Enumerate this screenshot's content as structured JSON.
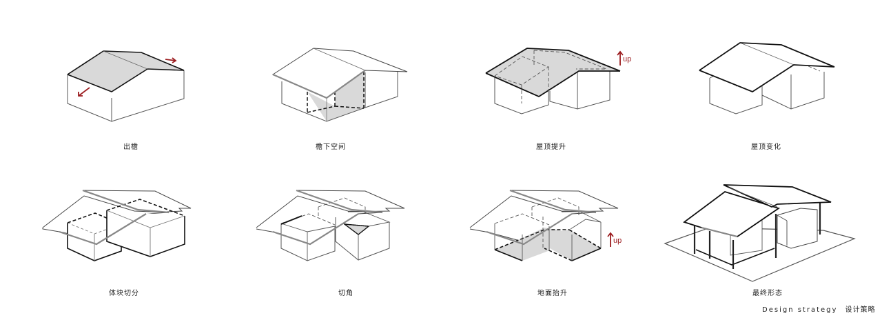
{
  "title": "Design strategy",
  "title_zh": "设计策略",
  "accent_color": "#9b1b1e",
  "roof_fill": "#d9d9d9",
  "steps": [
    {
      "index": 1,
      "label": "出檐",
      "annotation": "arrows outward"
    },
    {
      "index": 2,
      "label": "檐下空间",
      "annotation": ""
    },
    {
      "index": 3,
      "label": "屋顶提升",
      "annotation": "up"
    },
    {
      "index": 4,
      "label": "屋顶变化",
      "annotation": ""
    },
    {
      "index": 5,
      "label": "体块切分",
      "annotation": ""
    },
    {
      "index": 6,
      "label": "切角",
      "annotation": ""
    },
    {
      "index": 7,
      "label": "地面抬升",
      "annotation": "up"
    },
    {
      "index": 8,
      "label": "最终形态",
      "annotation": ""
    }
  ],
  "annotations": {
    "up_3": "up",
    "up_7": "up"
  }
}
